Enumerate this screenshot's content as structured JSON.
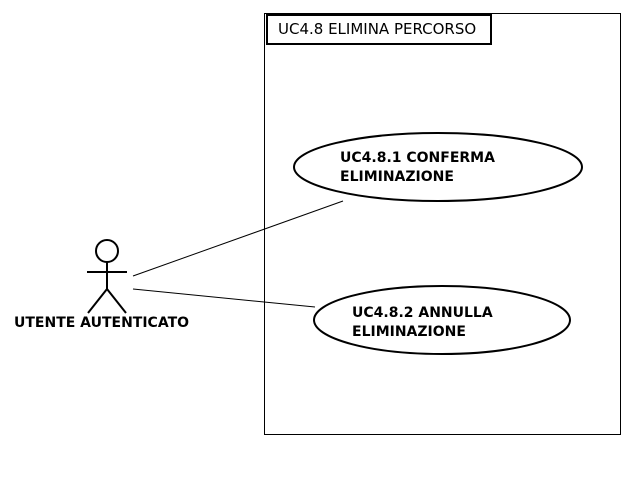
{
  "system": {
    "title": "UC4.8 ELIMINA PERCORSO"
  },
  "actor": {
    "name": "UTENTE AUTENTICATO",
    "icon": "stick-figure"
  },
  "use_cases": [
    {
      "line1": "UC4.8.1 CONFERMA",
      "line2": "ELIMINAZIONE"
    },
    {
      "line1": "UC4.8.2 ANNULLA",
      "line2": "ELIMINAZIONE"
    }
  ]
}
